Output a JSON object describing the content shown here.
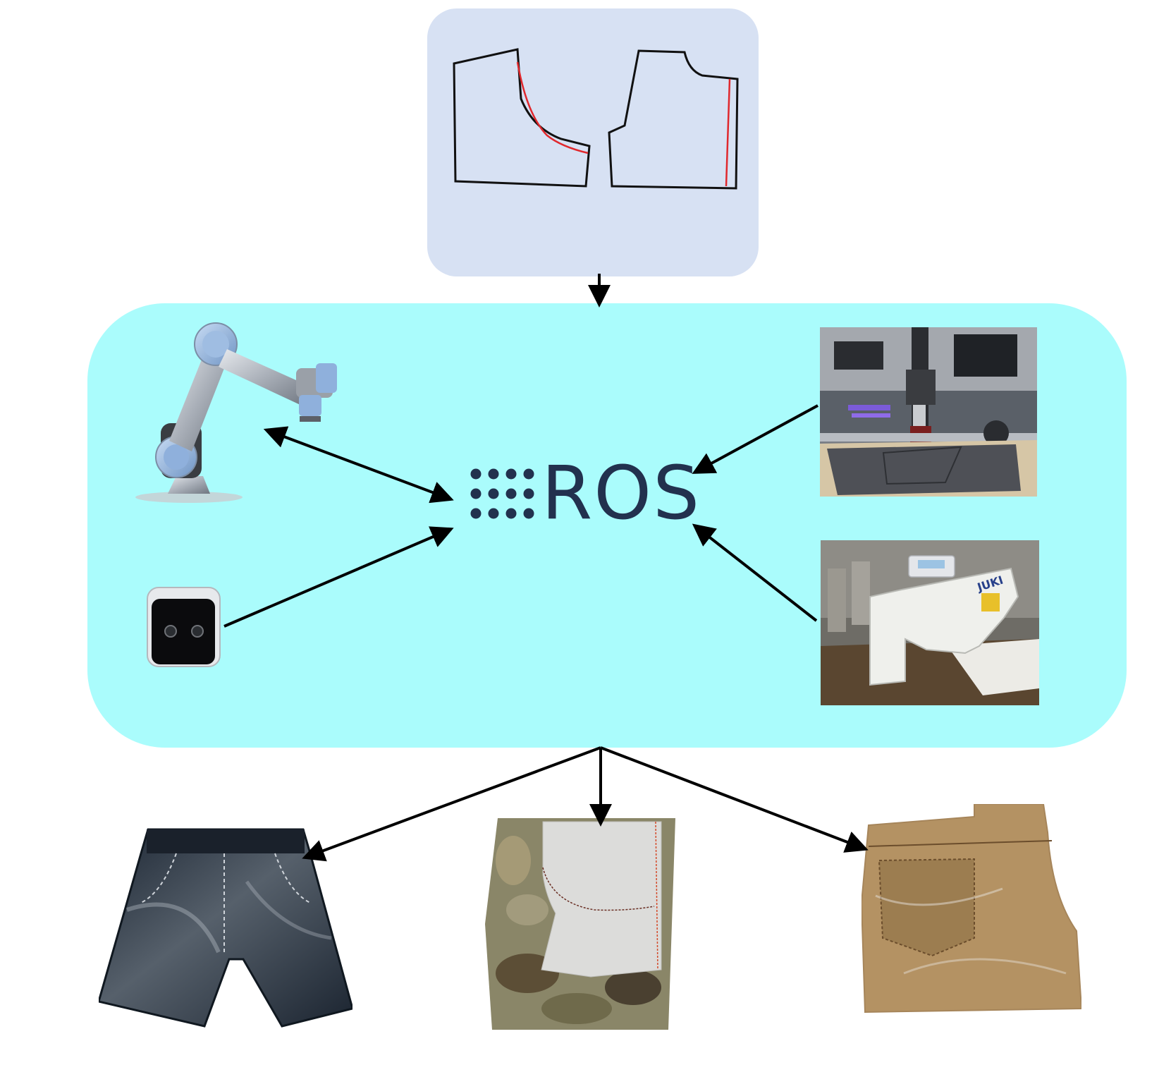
{
  "colors": {
    "pattern_panel": "#d7e1f3",
    "system_panel": "#aafcfc",
    "ros_text": "#22314e",
    "arrow": "#000000",
    "seam_line": "#e0282d",
    "pattern_outline": "#111111"
  },
  "ros": {
    "label": "ROS"
  },
  "icons": {
    "robot_arm": "robot-arm-icon",
    "camera": "stereo-camera-icon",
    "cutter": "cutting-machine-photo",
    "sewing": "sewing-machine-photo",
    "leather_shorts": "leather-shorts-photo",
    "camo_panel": "camo-panel-photo",
    "tan_panel": "tan-panel-photo"
  },
  "sewing_machine": {
    "brand": "JUKI"
  }
}
